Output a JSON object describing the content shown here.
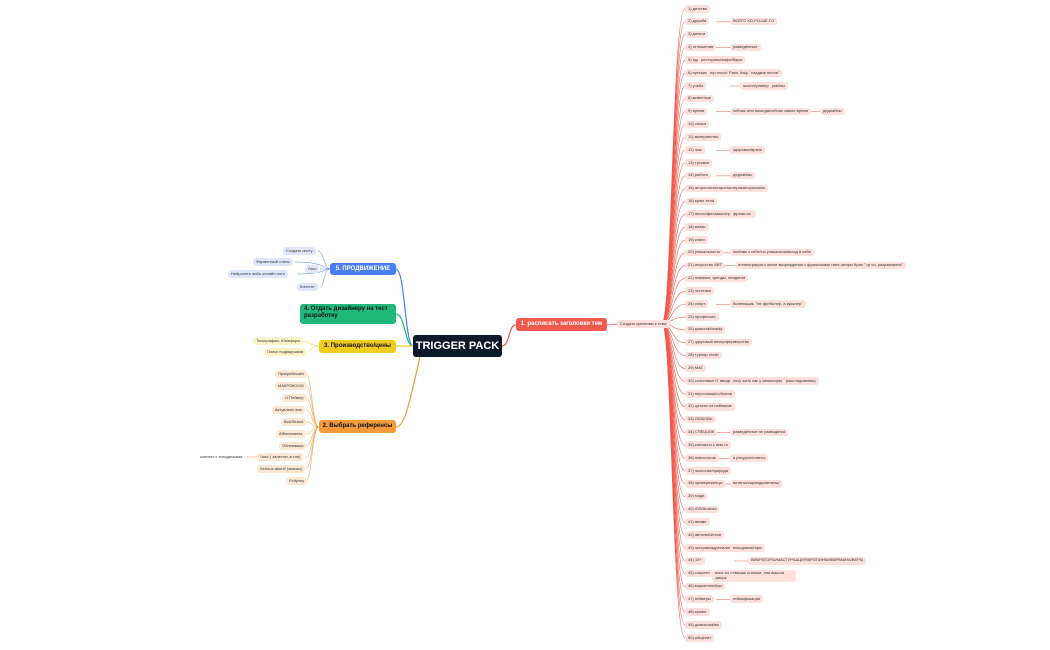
{
  "root": {
    "label": "TRIGGER PACK"
  },
  "colors": {
    "red": "#ef5a4d",
    "orange": "#f29a3c",
    "yellow": "#f1cc1f",
    "green": "#1fb87a",
    "blue": "#4a7ef2",
    "root": "#0e1a2b"
  },
  "branches": {
    "headlines": {
      "label": "1. расписать заголовки тем",
      "child": "Создать креативы к теме",
      "topics": [
        {
          "t": "1) детство"
        },
        {
          "t": "2) дружба",
          "s": "ВСЕГО ХО-РО-ШЕ-ГО"
        },
        {
          "t": "3) деньги"
        },
        {
          "t": "4) отношения",
          "s": "разведённые"
        },
        {
          "t": "5) еда/алко",
          "s": "рестораны/кафе/бары"
        },
        {
          "t": "6) путешествия/вечеринки",
          "s": "trip mood: Paris, Italy, \"сладкие песни\""
        },
        {
          "t": "7) учеба",
          "s": "дедлайны",
          "s2": "школа/универ"
        },
        {
          "t": "8) животные"
        },
        {
          "t": "9) время",
          "s": "сейчас или никогда/сейчас самое время",
          "s2": "дедлайны"
        },
        {
          "t": "10) семья"
        },
        {
          "t": "11) материнство"
        },
        {
          "t": "12) зож",
          "s": "здоровье/врачи"
        },
        {
          "t": "13) тусовки"
        },
        {
          "t": "14) работа",
          "s": "дедлайны"
        },
        {
          "t": "15) астрология/таро/эзотерика/гороскопы"
        },
        {
          "t": "16) культ тела"
        },
        {
          "t": "17) песни/фильмы/сериалы/тв шоу",
          "s": "фразы из"
        },
        {
          "t": "18) мемы"
        },
        {
          "t": "19) книги"
        },
        {
          "t": "20) уникальность",
          "s": "любовь к себе/ты уникальна/вклад в себя"
        },
        {
          "t": "21) искусство ART",
          "s": "иллюстрации к эпохе возрождения с фразочками типа шторы Крис \" гр чо, разравнялся\""
        },
        {
          "t": "22) новинки, тренды, лендинги"
        },
        {
          "t": "23) эстетика"
        },
        {
          "t": "24) спорт",
          "s": "болельщик, \"не футболер, а куколер\""
        },
        {
          "t": "25) профессии"
        },
        {
          "t": "26) красота/beauty"
        },
        {
          "t": "27) здоровый вечер/фермерство"
        },
        {
          "t": "28) турнир стейт"
        },
        {
          "t": "29) МАТ"
        },
        {
          "t": "30) слэнговые IT вводы (шлейфы/скандалы/интриги расследования)",
          "s": "хочу жить как у мемоноры"
        },
        {
          "t": "31) персонажи/события"
        },
        {
          "t": "32) цитаты из пабликов"
        },
        {
          "t": "33) ЛЮБОВЬ"
        },
        {
          "t": "34) СПЕЦЧОК",
          "s": "разведённые не разводятся"
        },
        {
          "t": "35) контакты с кем-то"
        },
        {
          "t": "36) психология",
          "s": "в ресурсе/советы"
        },
        {
          "t": "37) экология/природа"
        },
        {
          "t": "38) привереженцы",
          "s": "витаны/сыроеды/веганы/"
        },
        {
          "t": "39) мода"
        },
        {
          "t": "40) iOS/Android"
        },
        {
          "t": "41) аниме"
        },
        {
          "t": "42) автолюбители"
        },
        {
          "t": "43) экстрим/адреналин",
          "s": "походники/горы"
        },
        {
          "t": "44) 18+",
          "s": "ВИБРАТОРЫ/МАСТУРБАЦИЯ/КРОПИНКИ/ВИРМАНА/ВЕРЫ"
        },
        {
          "t": "45) соцсети",
          "s": "пока ты ставишь огоньки, она вышла замуж"
        },
        {
          "t": "46) маркетплейсы"
        },
        {
          "t": "47) геймеры",
          "s": "геймификация"
        },
        {
          "t": "48) кунинг"
        },
        {
          "t": "49) домохозяйки"
        },
        {
          "t": "50) общепит"
        }
      ]
    },
    "references": {
      "label": "2. Выбрать референсы",
      "items": [
        "Прокрибесайт",
        "МАКРОКОСМ",
        "О Пеймер",
        "Актуально все",
        "Bo&Strand",
        "Affirmaments",
        "Облипашка",
        "Чикс ( залетать в топ)",
        "Serious about! (значки)",
        "Pollyhey"
      ],
      "note": "коннект с тиходисками"
    },
    "production": {
      "label": "3. Производство/цены",
      "items": [
        "Типографии- Юнаформ",
        "Поиск подрядчиков"
      ]
    },
    "designer": {
      "label": "4. Отдать дизайнеру на тест разработку"
    },
    "promotion": {
      "label": "5. ПРОДВИЖЕНИЕ",
      "items": [
        "Создать инсту",
        "Фирменный стиль",
        "Лого",
        "Нейросеть либо онлайн лого",
        "Контент"
      ]
    }
  }
}
